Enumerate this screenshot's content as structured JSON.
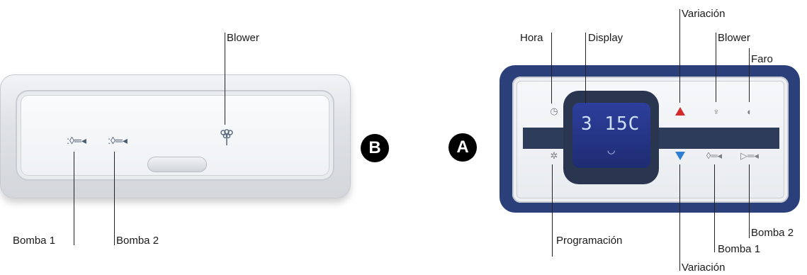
{
  "panel_b": {
    "badge": "B",
    "labels": {
      "blower": "Blower",
      "bomba1": "Bomba 1",
      "bomba2": "Bomba 2"
    }
  },
  "panel_a": {
    "badge": "A",
    "display_value": "3 15C",
    "labels": {
      "hora": "Hora",
      "display": "Display",
      "variacion_up": "Variación",
      "blower": "Blower",
      "faro": "Faro",
      "programacion": "Programación",
      "variacion_down": "Variación",
      "bomba1": "Bomba 1",
      "bomba2": "Bomba 2"
    }
  },
  "colors": {
    "panel_a_frame": "#2b3f7a",
    "arrow_up": "#d32a2a",
    "arrow_down": "#2f7fd1"
  }
}
